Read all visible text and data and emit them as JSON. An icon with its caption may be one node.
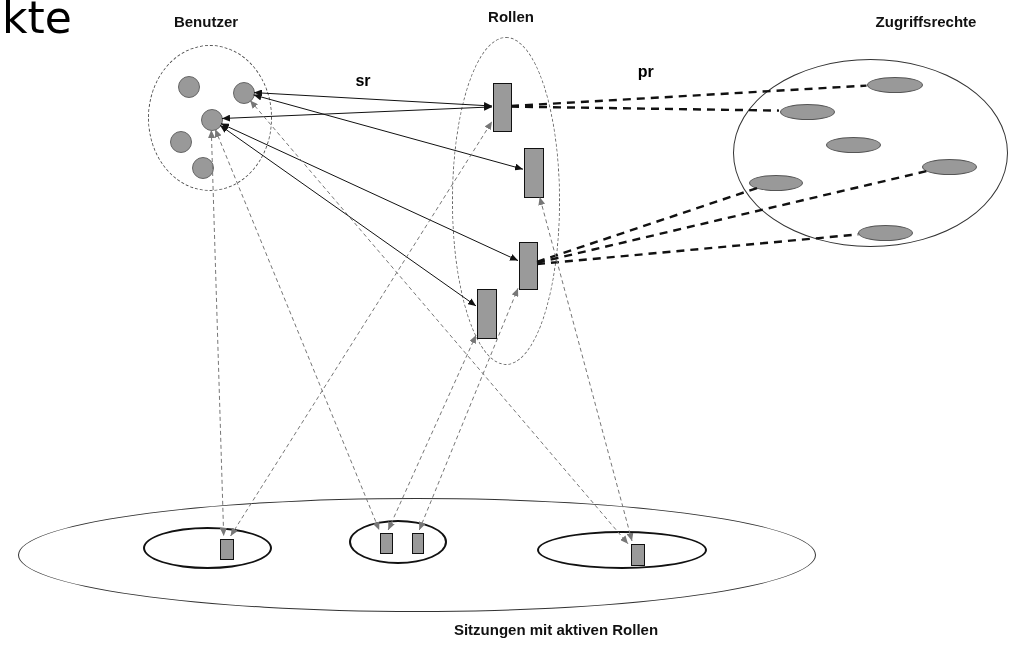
{
  "diagram": {
    "nodes": [
      {
        "text": [
          "Benutzer"
        ]
      },
      {
        "text": [],
        "shape": "circle",
        "in": 0
      },
      {
        "text": [],
        "shape": "circle",
        "in": 0
      },
      {
        "text": [],
        "shape": "circle",
        "in": 0
      },
      {
        "text": [],
        "shape": "circle",
        "in": 0
      },
      {
        "text": [],
        "shape": "circle",
        "in": 0
      },
      {
        "text": [
          "Rollen"
        ]
      },
      {
        "text": [],
        "shape": "box",
        "in": 6
      },
      {
        "text": [],
        "shape": "box",
        "in": 6
      },
      {
        "text": [],
        "shape": "box",
        "in": 6
      },
      {
        "text": [],
        "shape": "box",
        "in": 6
      },
      {
        "text": [
          "Zugriffsrechte"
        ]
      },
      {
        "text": [],
        "shape": "ellipse",
        "in": 11
      },
      {
        "text": [],
        "shape": "ellipse",
        "in": 11
      },
      {
        "text": [],
        "shape": "ellipse",
        "in": 11
      },
      {
        "text": [],
        "shape": "ellipse",
        "in": 11
      },
      {
        "text": [],
        "shape": "ellipse",
        "in": 11
      },
      {
        "text": [],
        "shape": "ellipse",
        "in": 11
      },
      {
        "text": [
          "Sitzungen mit aktiven Rollen"
        ]
      },
      {
        "text": [],
        "shape": "ellipse",
        "in": 18
      },
      {
        "text": [],
        "shape": "ellipse",
        "in": 18
      },
      {
        "text": [],
        "shape": "ellipse",
        "in": 18
      },
      {
        "text": [],
        "shape": "box",
        "in": 19
      },
      {
        "text": [],
        "shape": "box",
        "in": 20
      },
      {
        "text": [],
        "shape": "box",
        "in": 20
      },
      {
        "text": [],
        "shape": "box",
        "in": 21
      }
    ],
    "edges": [
      {
        "from": 2,
        "to": 7,
        "arrow": "both",
        "label": "sr"
      },
      {
        "from": 2,
        "to": 8,
        "arrow": "both"
      },
      {
        "from": 3,
        "to": 7,
        "arrow": "both"
      },
      {
        "from": 3,
        "to": 9,
        "arrow": "both"
      },
      {
        "from": 3,
        "to": 10,
        "arrow": "both"
      },
      {
        "from": 7,
        "to": 12,
        "arrow": "none",
        "style": "dashed",
        "label": "pr"
      },
      {
        "from": 7,
        "to": 13,
        "arrow": "none",
        "style": "dashed"
      },
      {
        "from": 9,
        "to": 16,
        "arrow": "none",
        "style": "dashed"
      },
      {
        "from": 9,
        "to": 15,
        "arrow": "none",
        "style": "dashed"
      },
      {
        "from": 9,
        "to": 17,
        "arrow": "none",
        "style": "dashed"
      },
      {
        "from": 3,
        "to": 22,
        "arrow": "both",
        "style": "dashed",
        "color": "#777777"
      },
      {
        "from": 22,
        "to": 7,
        "arrow": "both",
        "style": "dashed",
        "color": "#777777"
      },
      {
        "from": 3,
        "to": 23,
        "arrow": "both",
        "style": "dashed",
        "color": "#777777"
      },
      {
        "from": 23,
        "to": 10,
        "arrow": "both",
        "style": "dashed",
        "color": "#777777"
      },
      {
        "from": 24,
        "to": 9,
        "arrow": "both",
        "style": "dashed",
        "color": "#777777"
      },
      {
        "from": 2,
        "to": 25,
        "arrow": "both",
        "style": "dashed",
        "color": "#777777"
      },
      {
        "from": 25,
        "to": 8,
        "arrow": "both",
        "style": "dashed",
        "color": "#777777"
      }
    ],
    "labels": [
      "kte"
    ]
  }
}
